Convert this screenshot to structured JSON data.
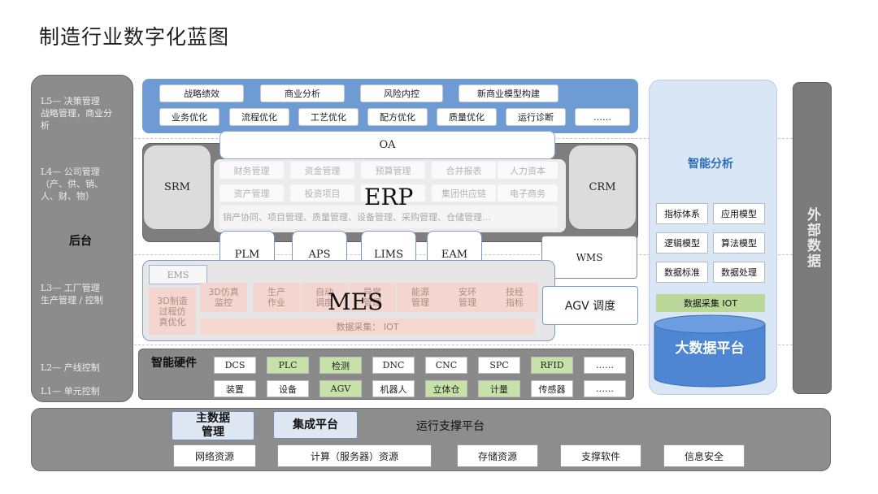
{
  "title": "制造行业数字化蓝图",
  "left_column": {
    "l5": "L5— 决策管理\n战略管理，商业分\n析",
    "l4": "L4— 公司管理\n（产、供、销、\n人、财、物）",
    "houtai": "后台",
    "l3": "L3— 工厂管理\n生产管理 / 控制",
    "l2": "L2— 产线控制",
    "l1": "L1— 单元控制"
  },
  "l5_row1": [
    "战略绩效",
    "商业分析",
    "风险内控",
    "新商业模型构建"
  ],
  "l5_row2": [
    "业务优化",
    "流程优化",
    "工艺优化",
    "配方优化",
    "质量优化",
    "运行诊断",
    "……"
  ],
  "oa": "OA",
  "srm": "SRM",
  "crm": "CRM",
  "erp": {
    "label": "ERP",
    "row1": [
      "财务管理",
      "资金管理",
      "预算管理",
      "合并报表",
      "人力资本"
    ],
    "row2": [
      "资产管理",
      "投资项目",
      "",
      "集团供应链",
      "电子商务"
    ],
    "row3": "销产协同、项目管理、质量管理、设备管理、采购管理、仓储管理…"
  },
  "apps": [
    "PLM",
    "APS",
    "LIMS",
    "EAM"
  ],
  "wms": "WMS",
  "agv": "AGV 调度",
  "mes": {
    "label": "MES",
    "ems": "EMS",
    "cells": [
      "3D制造\n过程仿\n真优化",
      "3D仿真\n监控",
      "生产\n作业",
      "自动\n调度",
      "异常\n管理",
      "能源\n管理",
      "安环\n管理",
      "技经\n指标"
    ],
    "bar": "数据采集：  IOT"
  },
  "hardware": {
    "label": "智能硬件",
    "row1": [
      {
        "text": "DCS",
        "green": false
      },
      {
        "text": "PLC",
        "green": true
      },
      {
        "text": "检测",
        "green": true
      },
      {
        "text": "DNC",
        "green": false
      },
      {
        "text": "CNC",
        "green": false
      },
      {
        "text": "SPC",
        "green": false
      },
      {
        "text": "RFID",
        "green": true
      },
      {
        "text": "……",
        "green": false
      }
    ],
    "row2": [
      {
        "text": "装置",
        "green": false
      },
      {
        "text": "设备",
        "green": false
      },
      {
        "text": "AGV",
        "green": true
      },
      {
        "text": "机器人",
        "green": false
      },
      {
        "text": "立体仓",
        "green": true
      },
      {
        "text": "计量",
        "green": true
      },
      {
        "text": "传感器",
        "green": false
      },
      {
        "text": "……",
        "green": false
      }
    ]
  },
  "analysis": {
    "title": "智能分析",
    "cells": [
      "指标体系",
      "应用模型",
      "逻辑模型",
      "算法模型",
      "数据标准",
      "数据处理"
    ],
    "iot": "数据采集 IOT",
    "bigdata": "大数据平台"
  },
  "external": "外部数据",
  "platform": {
    "mdm": "主数据\n管理",
    "integration": "集成平台",
    "support": "运行支撑平台",
    "resources": [
      "网络资源",
      "计算（服务器）资源",
      "存储资源",
      "支撑软件",
      "信息安全"
    ]
  }
}
